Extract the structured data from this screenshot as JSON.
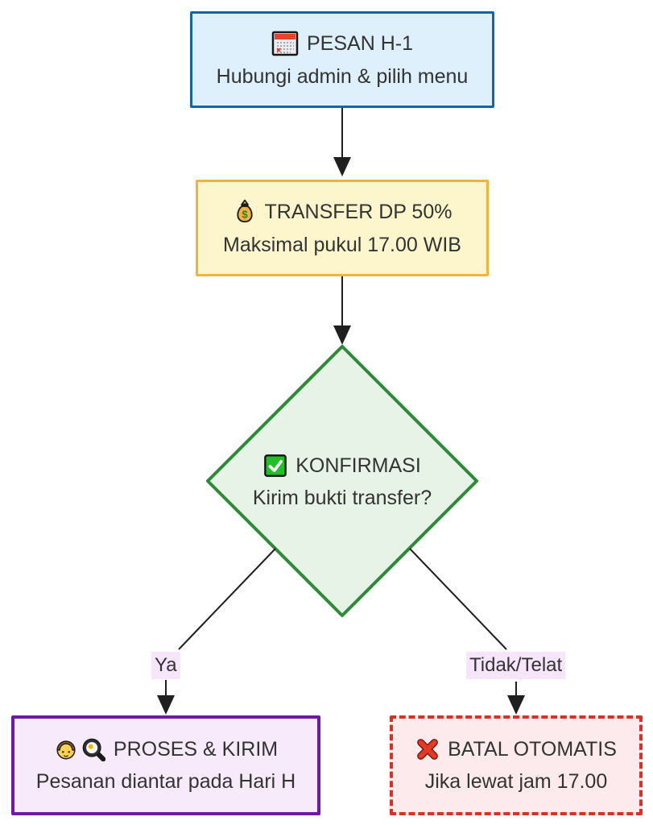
{
  "flowchart": {
    "nodes": {
      "pesan": {
        "icon": "calendar-icon",
        "title": "PESAN H-1",
        "subtitle": "Hubungi admin & pilih menu",
        "fill": "#ddf0fb",
        "border": "#1266a7"
      },
      "transfer": {
        "icon": "money-bag-icon",
        "title": "TRANSFER DP 50%",
        "subtitle": "Maksimal pukul 17.00 WIB",
        "fill": "#fdf6cd",
        "border": "#f0b43a"
      },
      "konfirmasi": {
        "icon": "check-box-icon",
        "title": "KONFIRMASI",
        "subtitle": "Kirim bukti transfer?",
        "shape": "diamond",
        "fill": "#e6f3e6",
        "border": "#2e8b35"
      },
      "proses": {
        "icon": "cook-icon",
        "title": "PROSES & KIRIM",
        "subtitle": "Pesanan diantar pada Hari H",
        "fill": "#f6eafb",
        "border": "#6d1ba3"
      },
      "batal": {
        "icon": "cross-mark-icon",
        "title": "BATAL OTOMATIS",
        "subtitle": "Jika lewat jam 17.00",
        "fill": "#fdeaed",
        "border": "#d63226",
        "border_style": "dashed"
      }
    },
    "edge_labels": {
      "yes": "Ya",
      "no": "Tidak/Telat"
    },
    "icon_glyphs": {
      "money_symbol": "$"
    },
    "colors": {
      "edge_label_bg": "#f7e5fc",
      "text": "#333333",
      "edge_line": "#1f1f1f",
      "check_green": "#1fc127",
      "cross_red": "#e33a24",
      "calendar_red": "#e8442c",
      "money_gold": "#f9b03c"
    }
  }
}
